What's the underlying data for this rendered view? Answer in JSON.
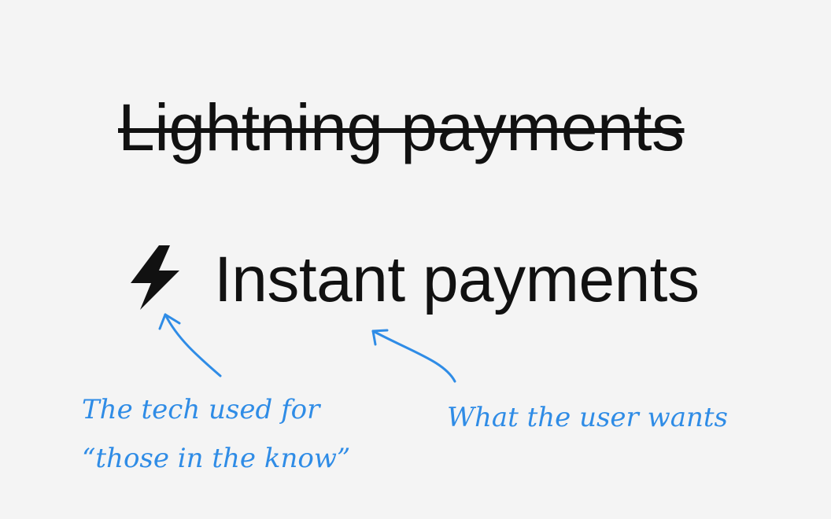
{
  "heading": {
    "old": "Lightning payments",
    "new": "Instant payments"
  },
  "icons": {
    "bolt": "lightning-bolt-icon"
  },
  "annotations": {
    "left_line1": "The tech used for",
    "left_line2": "“those in the know”",
    "right": "What the user wants"
  },
  "colors": {
    "background": "#f4f4f4",
    "text": "#111111",
    "annotation": "#2f8ce6"
  }
}
